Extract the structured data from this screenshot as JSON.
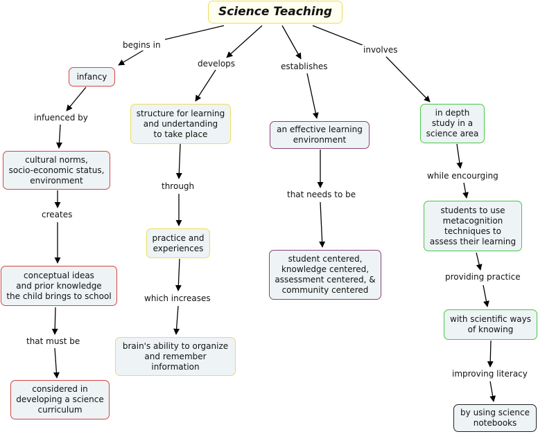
{
  "title": "Science Teaching",
  "nodes": {
    "infancy": "infancy",
    "cultural": "cultural norms,\nsocio-economic status,\nenvironment",
    "conceptual": "conceptual ideas\nand prior knowledge\nthe child brings to school",
    "considered": "considered in\ndeveloping a science\ncurriculum",
    "structure": "structure for learning\nand undertanding\nto take place",
    "practice": "practice and\nexperiences",
    "brain": "brain's ability to organize\nand remember\ninformation",
    "environment": "an effective learning\nenvironment",
    "centered": "student centered,\nknowledge centered,\nassessment centered, &\ncommunity centered",
    "indepth": "in depth\nstudy in a\nscience area",
    "students": "students to use\nmetacognition\ntechniques to\nassess their learning",
    "scientific": "with scientific ways\nof knowing",
    "notebooks": "by using science\nnotebooks"
  },
  "links": {
    "begins_in": "begins in",
    "develops": "develops",
    "establishes": "establishes",
    "involves": "involves",
    "influenced_by": "infuenced by",
    "creates": "creates",
    "that_must_be": "that must be",
    "through": "through",
    "which_increases": "which increases",
    "that_needs_to_be": "that needs to be",
    "while_encourging": "while encourging",
    "providing_practice": "providing practice",
    "improving_literacy": "improving literacy"
  }
}
